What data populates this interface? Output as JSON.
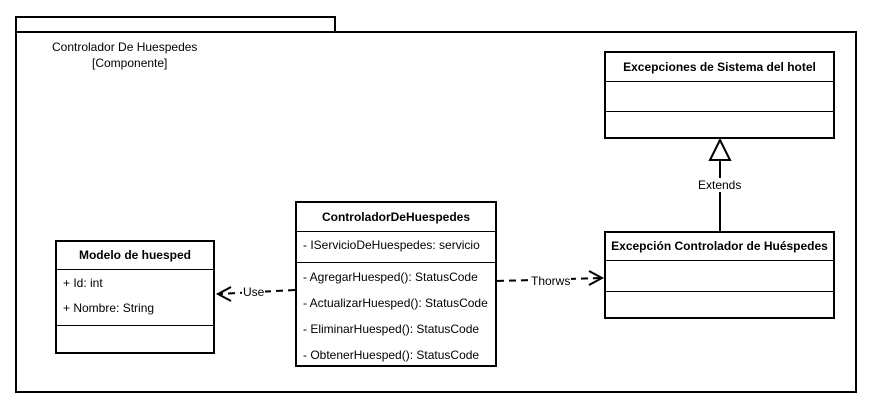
{
  "package": {
    "title": "Controlador De Huespedes",
    "stereotype": "[Componente]"
  },
  "classes": {
    "model": {
      "name": "Modelo de huesped",
      "attributes": [
        "+ Id: int",
        "+ Nombre: String"
      ]
    },
    "controller": {
      "name": "ControladorDeHuespedes",
      "attributes": [
        "- IServicioDeHuespedes: servicio"
      ],
      "methods": [
        "- AgregarHuesped(): StatusCode",
        "- ActualizarHuesped(): StatusCode",
        "- EliminarHuesped(): StatusCode",
        "- ObtenerHuesped(): StatusCode"
      ]
    },
    "system_exception": {
      "name": "Excepciones de Sistema del hotel"
    },
    "controller_exception": {
      "name": "Excepción Controlador de Huéspedes"
    }
  },
  "relations": {
    "use_label": "Use",
    "throws_label": "Thorws",
    "extends_label": "Extends"
  }
}
